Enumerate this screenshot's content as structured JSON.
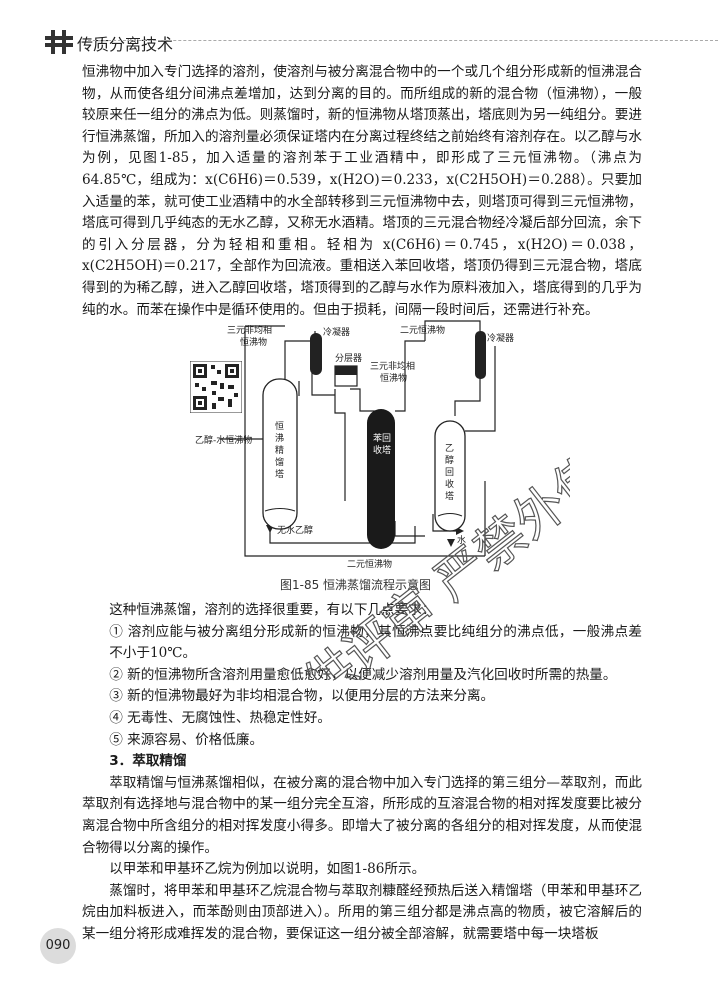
{
  "header": {
    "title": "传质分离技术"
  },
  "paragraphs_top": [
    "恒沸物中加入专门选择的溶剂，使溶剂与被分离混合物中的一个或几个组分形成新的恒沸混合物，从而使各组分间沸点差增加，达到分离的目的。而所组成的新的混合物（恒沸物），一般较原来任一组分的沸点为低。则蒸馏时，新的恒沸物从塔顶蒸出，塔底则为另一纯组分。要进行恒沸蒸馏，所加入的溶剂量必须保证塔内在分离过程终结之前始终有溶剂存在。以乙醇与水为例，见图1-85，加入适量的溶剂苯于工业酒精中，即形成了三元恒沸物。（沸点为64.85℃，组成为：x(C6H6)＝0.539，x(H2O)＝0.233，x(C2H5OH)＝0.288）。只要加入适量的苯，就可使工业酒精中的水全部转移到三元恒沸物中去，则塔顶可得到三元恒沸物，塔底可得到几乎纯态的无水乙醇，又称无水酒精。塔顶的三元混合物经冷凝后部分回流，余下的引入分层器，分为轻相和重相。轻相为 x(C6H6)＝0.745，x(H2O)＝0.038，x(C2H5OH)＝0.217，全部作为回流液。重相送入苯回收塔，塔顶仍得到三元混合物，塔底得到的为稀乙醇，进入乙醇回收塔，塔顶得到的乙醇与水作为原料液加入，塔底得到的几乎为纯的水。而苯在操作中是循环使用的。但由于损耗，间隔一段时间后，还需进行补充。"
  ],
  "figure": {
    "labels": {
      "ternary_top_left": "三元非均相恒沸物",
      "condenser_left": "冷凝器",
      "separator": "分层器",
      "ternary_mid": "三元非均相恒沸物",
      "binary_top_right": "二元恒沸物",
      "condenser_right": "冷凝器",
      "feed": "乙醇-水恒沸物",
      "col1": "恒沸精馏塔",
      "col2": "苯回收塔",
      "col3": "乙醇回收塔",
      "anhydrous": "无水乙醇",
      "water": "水",
      "binary_bottom": "二元恒沸物"
    }
  },
  "caption": "图1-85 恒沸蒸馏流程示意图",
  "intro_req": "这种恒沸蒸馏，溶剂的选择很重要，有以下几点要求：",
  "requirements": [
    "① 溶剂应能与被分离组分形成新的恒沸物，其恒沸点要比纯组分的沸点低，一般沸点差不小于10℃。",
    "② 新的恒沸物所含溶剂用量愈低愈好，以便减少溶剂用量及汽化回收时所需的热量。",
    "③ 新的恒沸物最好为非均相混合物，以便用分层的方法来分离。",
    "④ 无毒性、无腐蚀性、热稳定性好。",
    "⑤ 来源容易、价格低廉。"
  ],
  "section_heading": "3．萃取精馏",
  "paragraphs_bottom": [
    "萃取精馏与恒沸蒸馏相似，在被分离的混合物中加入专门选择的第三组分—萃取剂，而此萃取剂有选择地与混合物中的某一组分完全互溶，所形成的互溶混合物的相对挥发度要比被分离混合物中所含组分的相对挥发度小得多。即增大了被分离的各组分的相对挥发度，从而使混合物得以分离的操作。",
    "以甲苯和甲基环乙烷为例加以说明，如图1-86所示。",
    "蒸馏时，将甲苯和甲基环乙烷混合物与萃取剂糠醛经预热后送入精馏塔（甲苯和甲基环乙烷由加料板进入，而苯酚则由顶部进入）。所用的第三组分都是沸点高的物质，被它溶解后的某一组分将形成难挥发的混合物，要保证这一组分被全部溶解，就需要塔中每一块塔板"
  ],
  "watermark": "仅供评审 严禁外传",
  "page_number": "090"
}
